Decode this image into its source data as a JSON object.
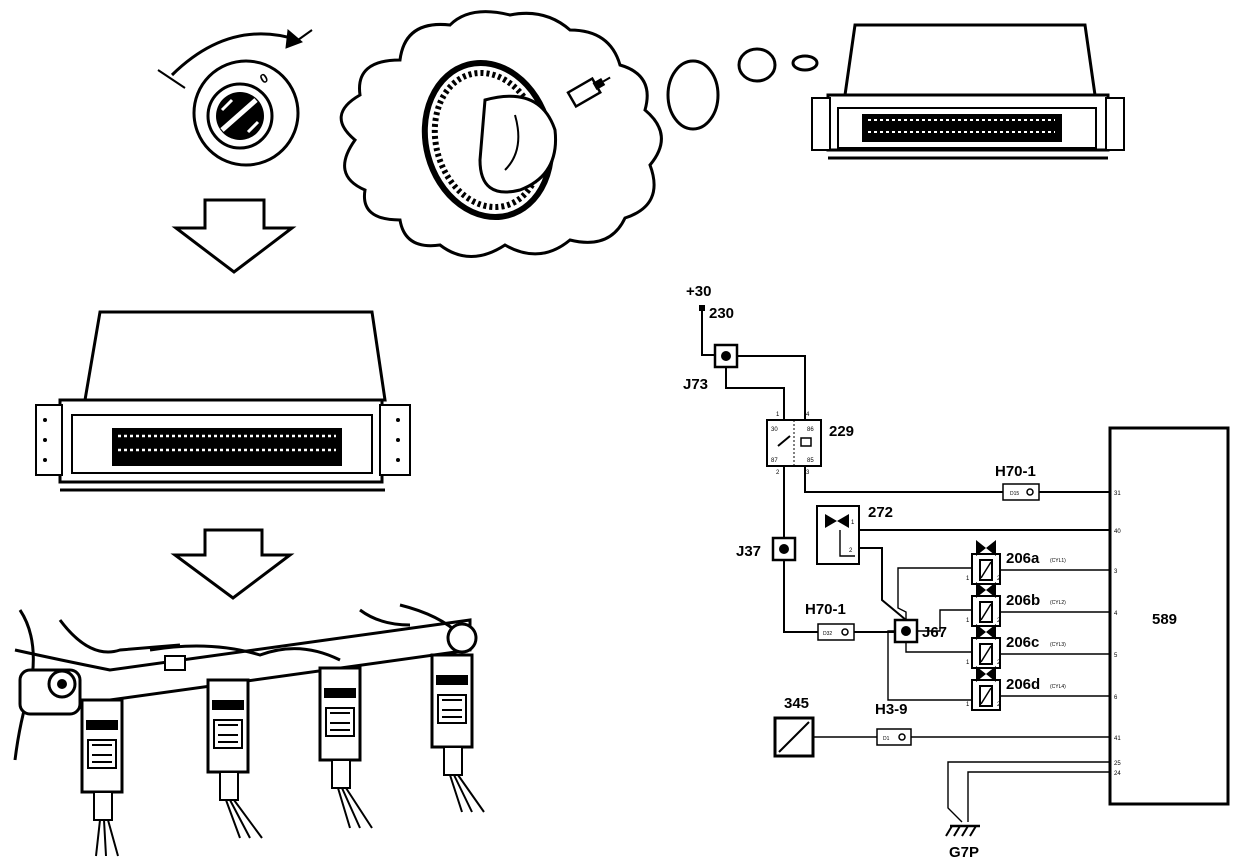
{
  "power": {
    "supply": "+30",
    "fuse": "230"
  },
  "junctions": {
    "j73": "J73",
    "j37": "J37",
    "j67": "J67"
  },
  "relay": {
    "id": "229",
    "pins": [
      "1",
      "30",
      "87",
      "2",
      "4",
      "86",
      "85",
      "3"
    ]
  },
  "pump": {
    "id": "272",
    "pins": [
      "1",
      "2"
    ]
  },
  "connectors": {
    "h70_top": "H70-1",
    "h70_top_pin": "D15",
    "h70_bottom": "H70-1",
    "h70_bottom_pin": "D32",
    "h39": "H3-9",
    "h39_pin": "D1"
  },
  "injectors": [
    {
      "id": "206a",
      "cyl": "(CYL1)",
      "pins": [
        "1",
        "2"
      ]
    },
    {
      "id": "206b",
      "cyl": "(CYL2)",
      "pins": [
        "1",
        "2"
      ]
    },
    {
      "id": "206c",
      "cyl": "(CYL3)",
      "pins": [
        "1",
        "2"
      ]
    },
    {
      "id": "206d",
      "cyl": "(CYL4)",
      "pins": [
        "1",
        "2"
      ]
    }
  ],
  "sensor": {
    "id": "345"
  },
  "ecu": {
    "id": "589",
    "pins": [
      "31",
      "40",
      "3",
      "4",
      "5",
      "6",
      "41",
      "25",
      "24"
    ]
  },
  "ground": {
    "id": "G7P"
  }
}
